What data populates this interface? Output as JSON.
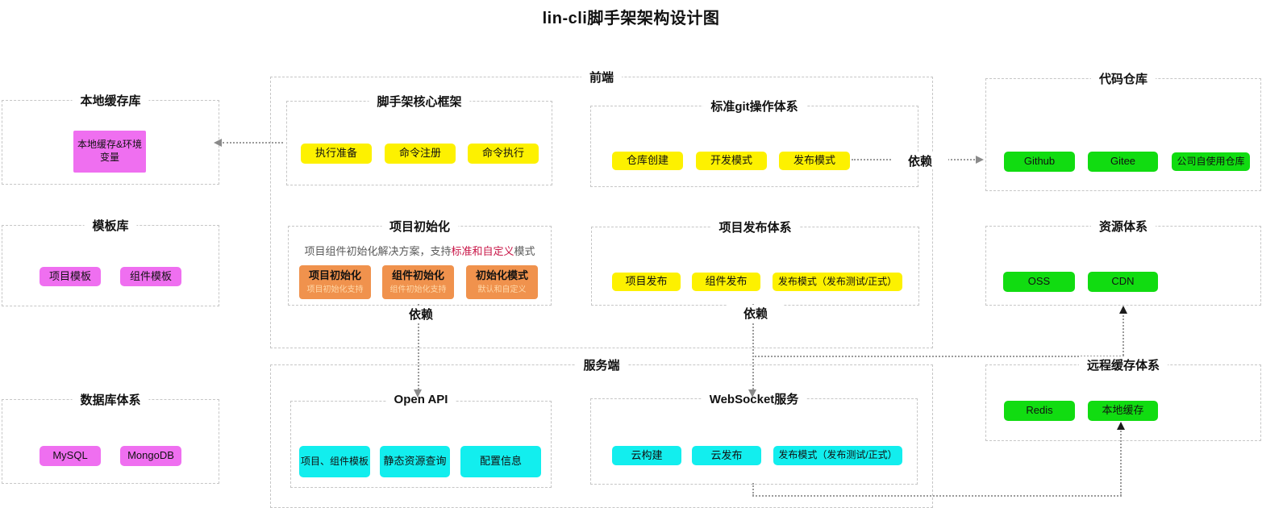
{
  "title": "lin-cli脚手架架构设计图",
  "connector_labels": {
    "depends": "依赖"
  },
  "colors": {
    "pink": "#EF6FF0",
    "yellow": "#FDF100",
    "orange": "#F0924D",
    "orange_sub": "#FFD8A8",
    "green": "#11DC11",
    "cyan": "#12EEEE",
    "highlight": "#C81446"
  },
  "groups": {
    "local_cache": {
      "title": "本地缓存库",
      "items": [
        "本地缓存&环境变量"
      ]
    },
    "template_lib": {
      "title": "模板库",
      "items": [
        "项目模板",
        "组件模板"
      ]
    },
    "database": {
      "title": "数据库体系",
      "items": [
        "MySQL",
        "MongoDB"
      ]
    },
    "frontend": {
      "title": "前端"
    },
    "core_framework": {
      "title": "脚手架核心框架",
      "items": [
        "执行准备",
        "命令注册",
        "命令执行"
      ]
    },
    "git_ops": {
      "title": "标准git操作体系",
      "items": [
        "仓库创建",
        "开发模式",
        "发布模式"
      ]
    },
    "project_init": {
      "title": "项目初始化",
      "desc_prefix": "项目组件初始化解决方案，支持",
      "desc_highlight": "标准和自定义",
      "desc_suffix": "模式",
      "items": [
        {
          "label": "项目初始化",
          "sub": "项目初始化支持"
        },
        {
          "label": "组件初始化",
          "sub": "组件初始化支持"
        },
        {
          "label": "初始化模式",
          "sub": "默认和自定义"
        }
      ]
    },
    "project_publish": {
      "title": "项目发布体系",
      "items": [
        "项目发布",
        "组件发布",
        "发布模式（发布测试/正式）"
      ]
    },
    "code_repo": {
      "title": "代码仓库",
      "items": [
        "Github",
        "Gitee",
        "公司自使用仓库"
      ]
    },
    "resource": {
      "title": "资源体系",
      "items": [
        "OSS",
        "CDN"
      ]
    },
    "server": {
      "title": "服务端"
    },
    "open_api": {
      "title": "Open API",
      "items": [
        "项目、组件模板",
        "静态资源查询",
        "配置信息"
      ]
    },
    "websocket": {
      "title": "WebSocket服务",
      "items": [
        "云构建",
        "云发布",
        "发布模式（发布测试/正式）"
      ]
    },
    "remote_cache": {
      "title": "远程缓存体系",
      "items": [
        "Redis",
        "本地缓存"
      ]
    }
  }
}
